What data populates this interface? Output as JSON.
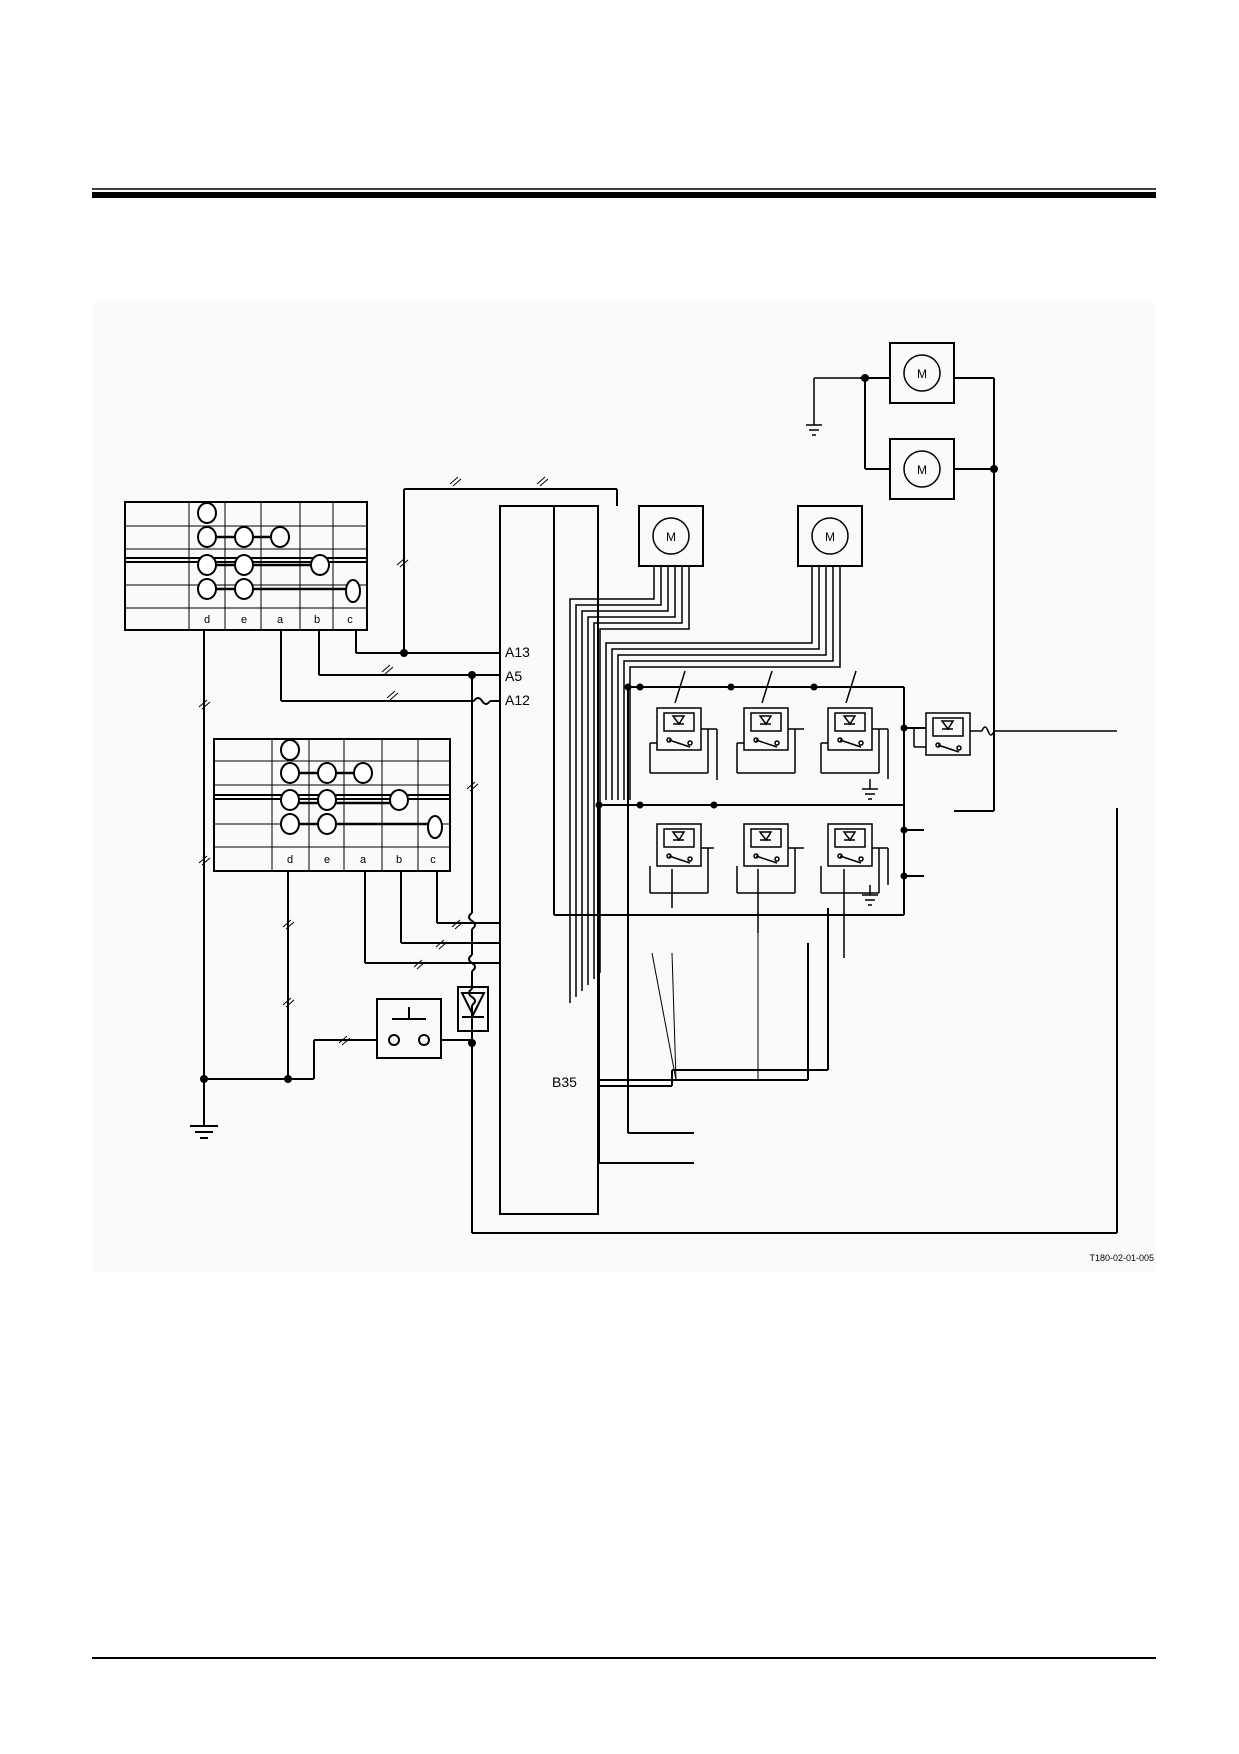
{
  "diagram": {
    "switch_upper": {
      "columns": [
        "d",
        "e",
        "a",
        "b",
        "c"
      ]
    },
    "switch_lower": {
      "columns": [
        "d",
        "e",
        "a",
        "b",
        "c"
      ]
    },
    "controller": {
      "pins": [
        "A13",
        "A5",
        "A12",
        "B35"
      ]
    },
    "motors": [
      "M",
      "M",
      "M",
      "M"
    ],
    "figure_code": "T180-02-01-005"
  }
}
